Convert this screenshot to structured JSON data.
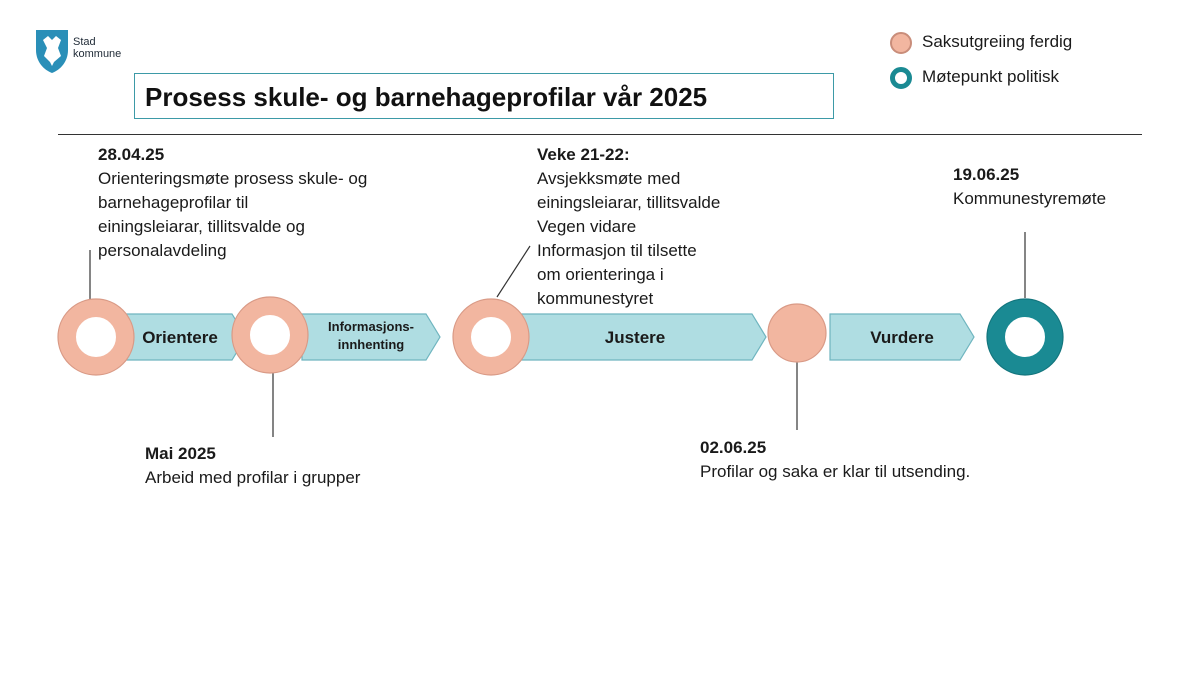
{
  "logo": {
    "line1": "Stad",
    "line2": "kommune"
  },
  "title": "Prosess skule- og barnehageprofilar vår 2025",
  "legend": [
    {
      "label": "Saksutgreiing ferdig",
      "color": "#f2b6a0"
    },
    {
      "label": "Møtepunkt politisk",
      "color": "#1a8a93"
    }
  ],
  "phases": [
    {
      "label": "Orientere"
    },
    {
      "label_line1": "Informasjons-",
      "label_line2": "innhenting"
    },
    {
      "label": "Justere"
    },
    {
      "label": "Vurdere"
    }
  ],
  "milestones": {
    "m1": {
      "date": "28.04.25",
      "lines": [
        "Orienteringsmøte prosess skule- og",
        "barnehageprofilar til",
        "einingsleiarar, tillitsvalde og",
        "personalavdeling"
      ]
    },
    "m2": {
      "date": "Mai 2025",
      "lines": [
        "Arbeid med profilar i grupper"
      ]
    },
    "m3": {
      "date": "Veke 21-22:",
      "lines": [
        "Avsjekksmøte med",
        "einingsleiarar, tillitsvalde",
        "Vegen vidare",
        "Informasjon til tilsette",
        "om orienteringa i",
        "kommunestyret"
      ]
    },
    "m4": {
      "date": "02.06.25",
      "lines": [
        "Profilar og saka er klar til utsending."
      ]
    },
    "m5": {
      "date": "19.06.25",
      "lines": [
        "Kommunestyremøte"
      ]
    }
  },
  "colors": {
    "arrow_fill": "#afdde2",
    "arrow_stroke": "#6fb5bf",
    "peach": "#f2b6a0",
    "peach_stroke": "#d99a86",
    "teal": "#1a8a93",
    "teal_stroke": "#13757d"
  }
}
